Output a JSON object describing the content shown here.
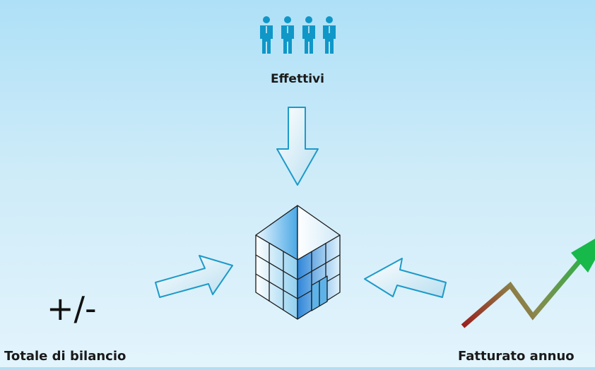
{
  "labels": {
    "staff": "Effettivi",
    "balance_sheet": "Totale di bilancio",
    "turnover": "Fatturato annuo",
    "plus_minus": "+/-"
  },
  "icons": {
    "people": "people-icon",
    "building": "building-icon",
    "growth_line": "growth-trend-icon"
  },
  "colors": {
    "people": "#0f97c8",
    "arrow_outline": "#1d9ac9",
    "building_blue": "#2b8fd6",
    "trend_start": "#9b1c1c",
    "trend_end": "#16b94a"
  }
}
